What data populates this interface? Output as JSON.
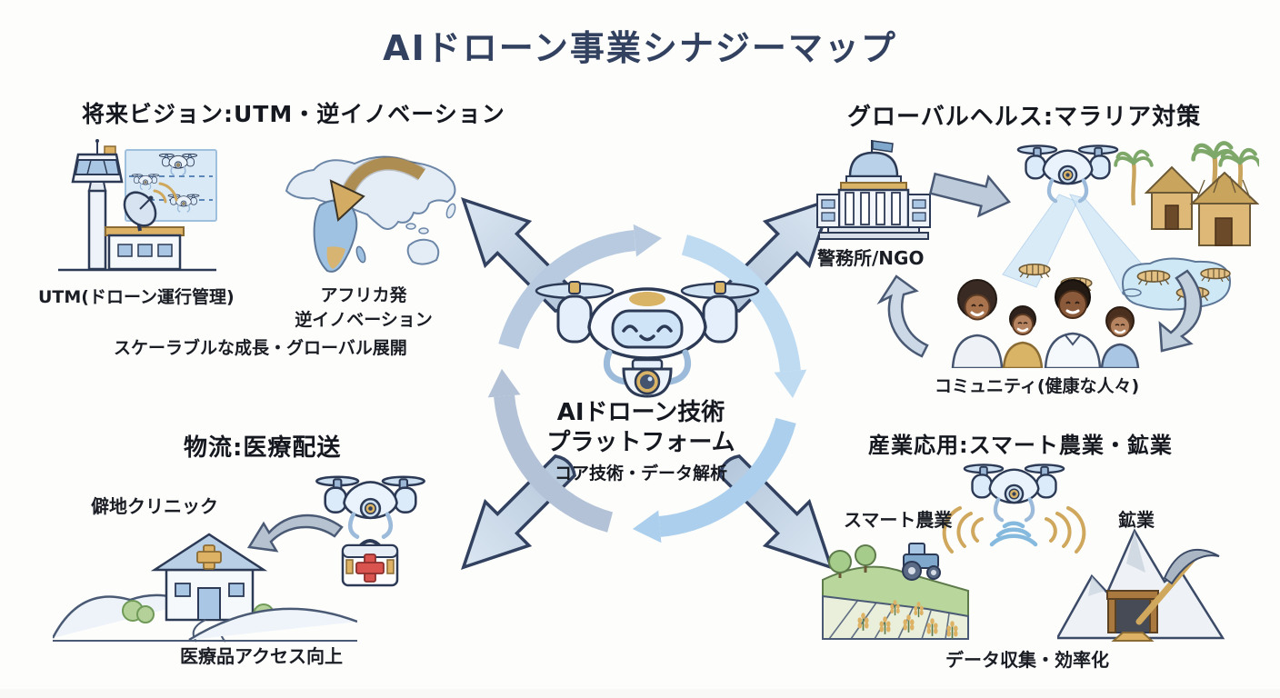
{
  "title": "AIドローン事業シナジーマップ",
  "center": {
    "line1": "AIドローン技術",
    "line2": "プラットフォーム",
    "subtitle": "コア技術・データ解析"
  },
  "quadrants": {
    "future_vision": {
      "heading": "将来ビジョン:UTM・逆イノベーション",
      "utm_label": "UTM(ドローン運行管理)",
      "africa_line1": "アフリカ発",
      "africa_line2": "逆イノベーション",
      "caption": "スケーラブルな成長・グローバル展開"
    },
    "global_health": {
      "heading": "グローバルヘルス:マラリア対策",
      "org_label": "警務所/NGO",
      "community_label": "コミュニティ(健康な人々)"
    },
    "logistics": {
      "heading": "物流:医療配送",
      "clinic_label": "僻地クリニック",
      "caption": "医療品アクセス向上"
    },
    "industry": {
      "heading": "産業応用:スマート農業・鉱業",
      "agriculture_label": "スマート農業",
      "mining_label": "鉱業",
      "caption": "データ収集・効率化"
    }
  },
  "illustrations": {
    "center": [
      "ai-drone-mascot",
      "circular-synergy-arrows",
      "four-outward-arrows"
    ],
    "top_left": [
      "utm-control-tower",
      "airspace-screen-with-drones",
      "world-map-with-africa-arrow"
    ],
    "top_right": [
      "government-building-with-flag",
      "spraying-drone",
      "larvae-and-pond",
      "village-huts-palms",
      "healthy-family"
    ],
    "bottom_left": [
      "remote-clinic-on-hills",
      "delivery-drone-with-first-aid-kit"
    ],
    "bottom_right": [
      "smart-farm-with-tractor",
      "scanning-drone-signal-waves",
      "mine-mountain-with-pickaxe"
    ]
  },
  "colors": {
    "title_navy": "#32415f",
    "outline_navy": "#2c3a55",
    "light_blue": "#cfe4f7",
    "mid_blue": "#a9c6e4",
    "gold": "#d9b366",
    "arrow_gray": "#c2cfdd",
    "green": "#a5cc8a"
  }
}
